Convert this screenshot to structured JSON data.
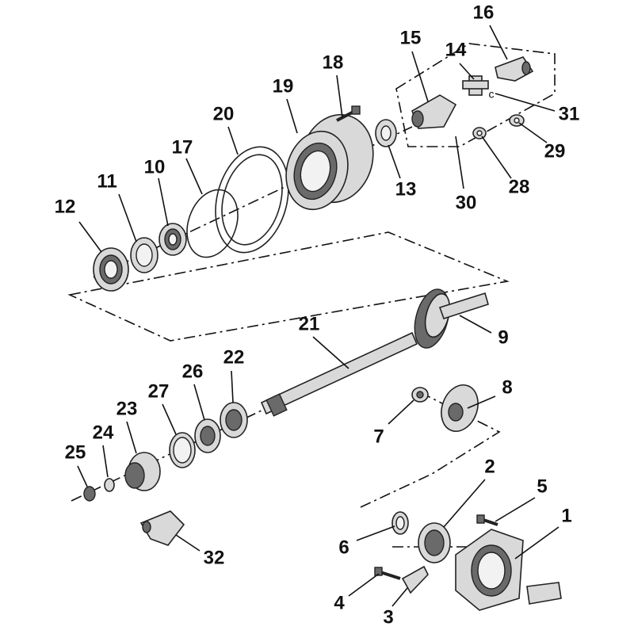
{
  "diagram": {
    "type": "exploded-parts-view",
    "callouts": {
      "p1": "1",
      "p2": "2",
      "p3": "3",
      "p4": "4",
      "p5": "5",
      "p6": "6",
      "p7": "7",
      "p8": "8",
      "p9": "9",
      "p10": "10",
      "p11": "11",
      "p12": "12",
      "p13": "13",
      "p14": "14",
      "p15": "15",
      "p16": "16",
      "p17": "17",
      "p18": "18",
      "p19": "19",
      "p20": "20",
      "p21": "21",
      "p22": "22",
      "p23": "23",
      "p24": "24",
      "p25": "25",
      "p26": "26",
      "p27": "27",
      "p28": "28",
      "p29": "29",
      "p30": "30",
      "p31": "31",
      "p32": "32"
    }
  }
}
